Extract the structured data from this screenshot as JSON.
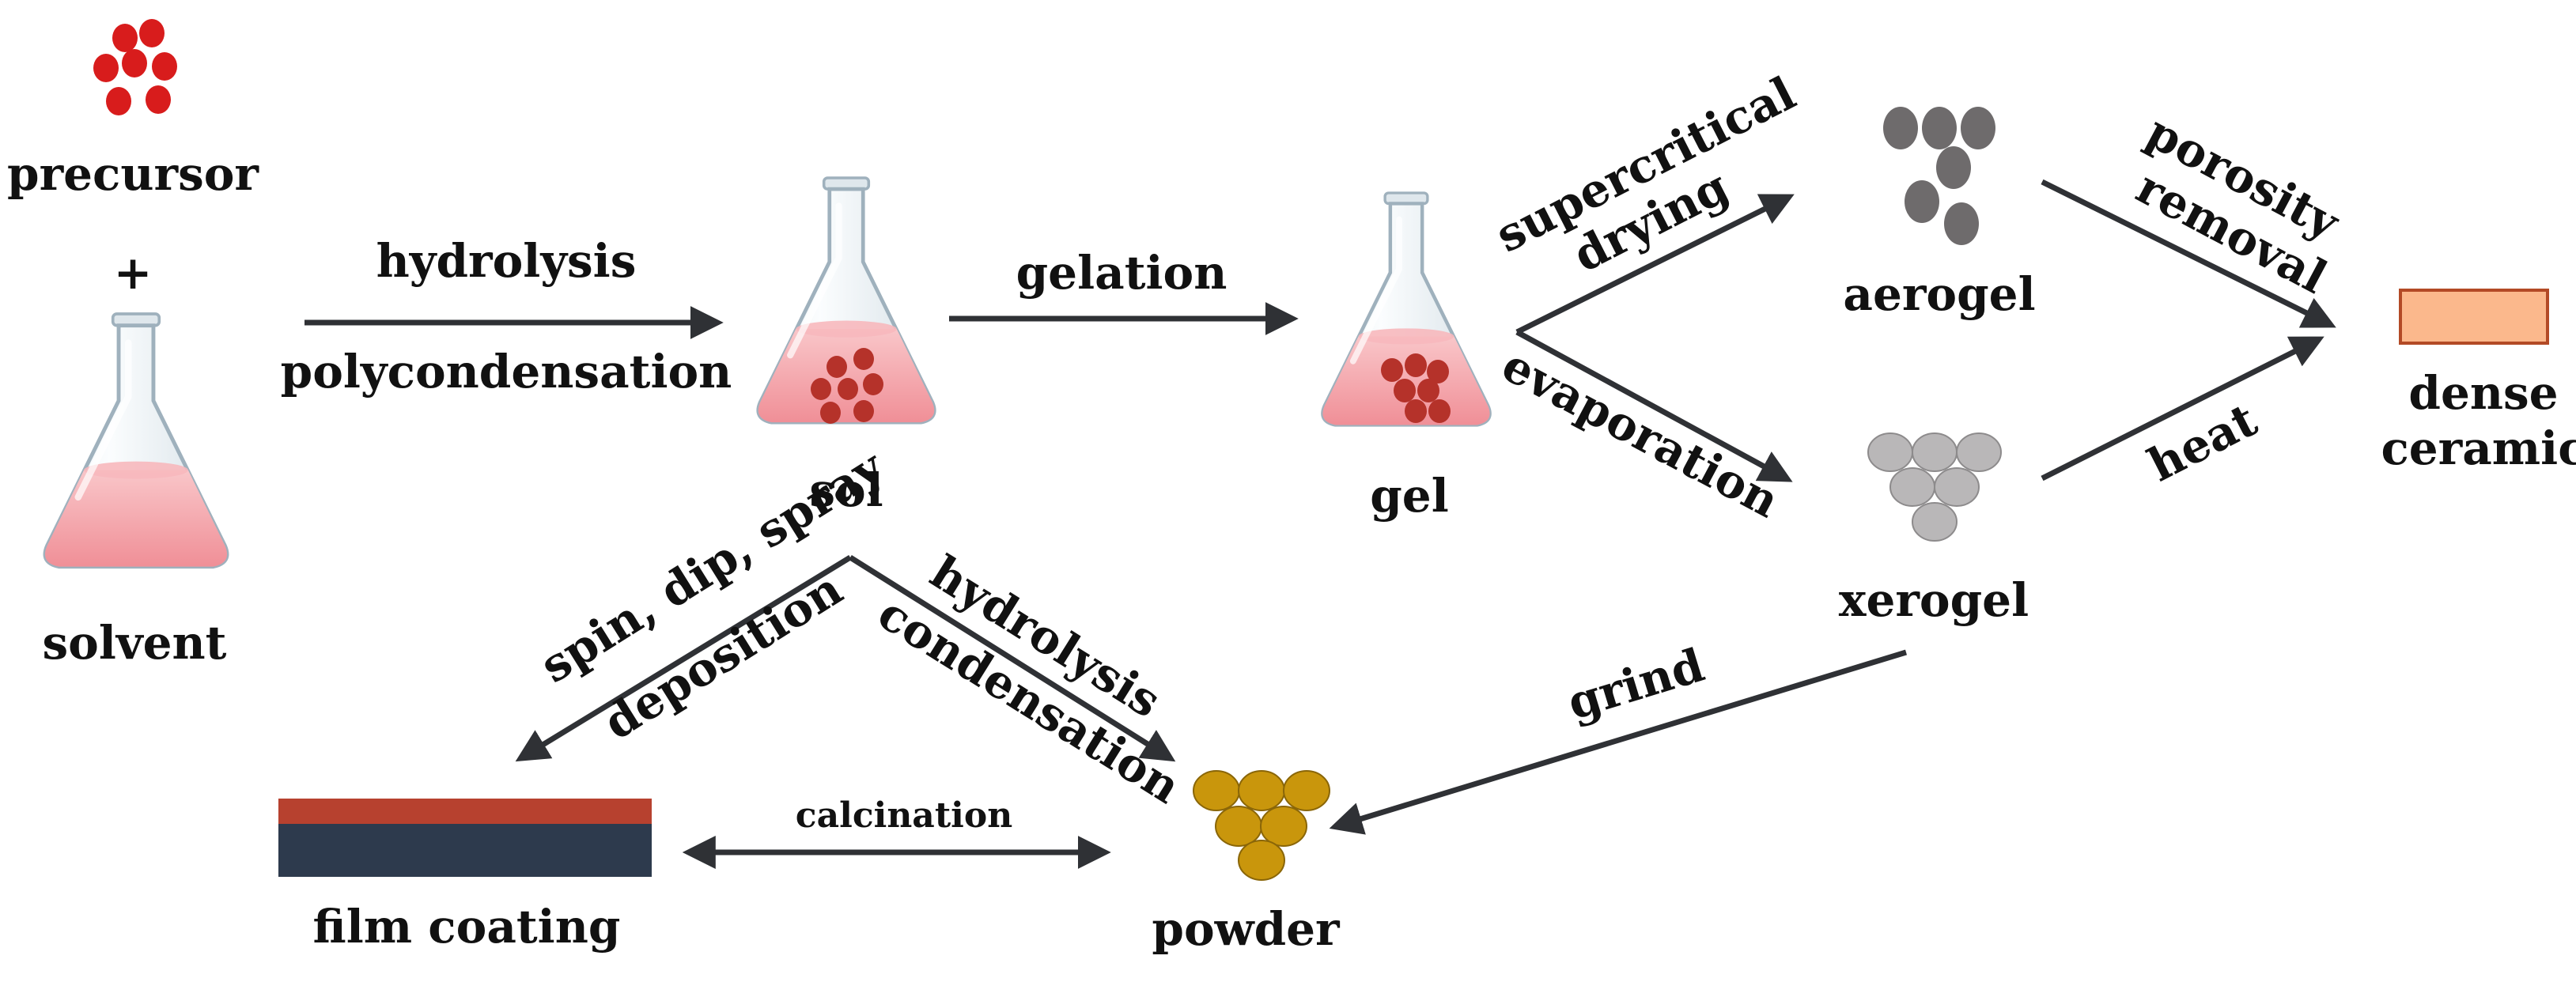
{
  "nodes": {
    "precursor": "precursor",
    "plus": "+",
    "solvent": "solvent",
    "sol": "sol",
    "gel": "gel",
    "aerogel": "aerogel",
    "xerogel": "xerogel",
    "dense_ceramic_line1": "dense",
    "dense_ceramic_line2": "ceramic",
    "film_coating": "film coating",
    "powder": "powder"
  },
  "edges": {
    "hydrolysis": "hydrolysis",
    "polycondensation": "polycondensation",
    "gelation": "gelation",
    "supercritical": "supercritical",
    "drying": "drying",
    "evaporation": "evaporation",
    "porosity": "porosity",
    "removal": "removal",
    "heat": "heat",
    "spin_dip_spray": "spin, dip, spray",
    "deposition": "deposition",
    "hydrolysis2": "hydrolysis",
    "condensation": "condensation",
    "grind": "grind",
    "calcination": "calcination"
  },
  "colors": {
    "precursor_dots": "#d81c1c",
    "solution_pink": "#f4a3a8",
    "sol_particles": "#b5322a",
    "aerogel_particles": "#6e6b6c",
    "xerogel_particles": "#b9b7b8",
    "powder_particles": "#c9960c",
    "dense_ceramic_fill": "#fbb88c",
    "dense_ceramic_border": "#b34a26",
    "film_top_layer": "#b7412f",
    "film_substrate": "#2d3a4d",
    "arrow": "#2f3135"
  }
}
